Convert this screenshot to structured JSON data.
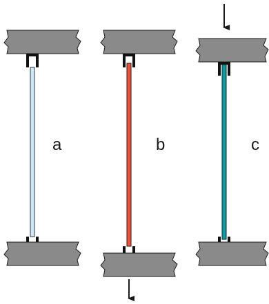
{
  "labels": {
    "a": "a",
    "b": "b",
    "c": "c"
  },
  "colors": {
    "block_fill": "#8a8a8a",
    "block_stroke": "#1a1a1a",
    "bracket": "#111111",
    "rod_a": "#cfe7f5",
    "rod_b": "#e8523a",
    "rod_c": "#0e9a9e",
    "arrow": "#1a1a1a"
  },
  "icons": {
    "arrow_b": "arrow-down-icon",
    "arrow_c": "arrow-down-icon"
  }
}
